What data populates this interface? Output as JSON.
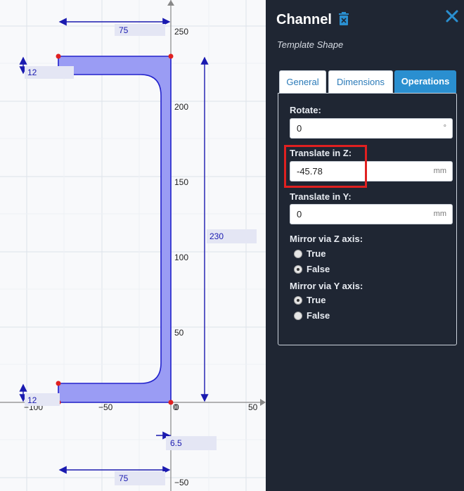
{
  "canvas": {
    "x_ticks": [
      "−100",
      "−50",
      "0",
      "50"
    ],
    "y_ticks": [
      "250",
      "200",
      "150",
      "100",
      "50",
      "0",
      "−50"
    ],
    "dimensions": {
      "top_width": "75",
      "bottom_width": "75",
      "top_flange": "12",
      "bottom_flange": "12",
      "height": "230",
      "web": "6.5"
    }
  },
  "panel": {
    "title": "Channel",
    "subtitle": "Template Shape",
    "tabs": [
      {
        "label": "General"
      },
      {
        "label": "Dimensions"
      },
      {
        "label": "Operations"
      }
    ],
    "rotate": {
      "label": "Rotate:",
      "value": "0",
      "unit": "°"
    },
    "translate_z": {
      "label": "Translate in Z:",
      "value": "-45.78",
      "unit": "mm"
    },
    "translate_y": {
      "label": "Translate in Y:",
      "value": "0",
      "unit": "mm"
    },
    "mirror_z": {
      "label": "Mirror via Z axis:",
      "true_label": "True",
      "false_label": "False",
      "selected": "False"
    },
    "mirror_y": {
      "label": "Mirror via Y axis:",
      "true_label": "True",
      "false_label": "False",
      "selected": "True"
    }
  },
  "colors": {
    "shape_fill": "#9a9cf4",
    "shape_stroke": "#2222cc",
    "dimension": "#1a1ab0",
    "vertex": "#e02020",
    "highlight": "#e02020",
    "panel_bg": "#1f2633",
    "tab_active": "#2a8fd0"
  }
}
